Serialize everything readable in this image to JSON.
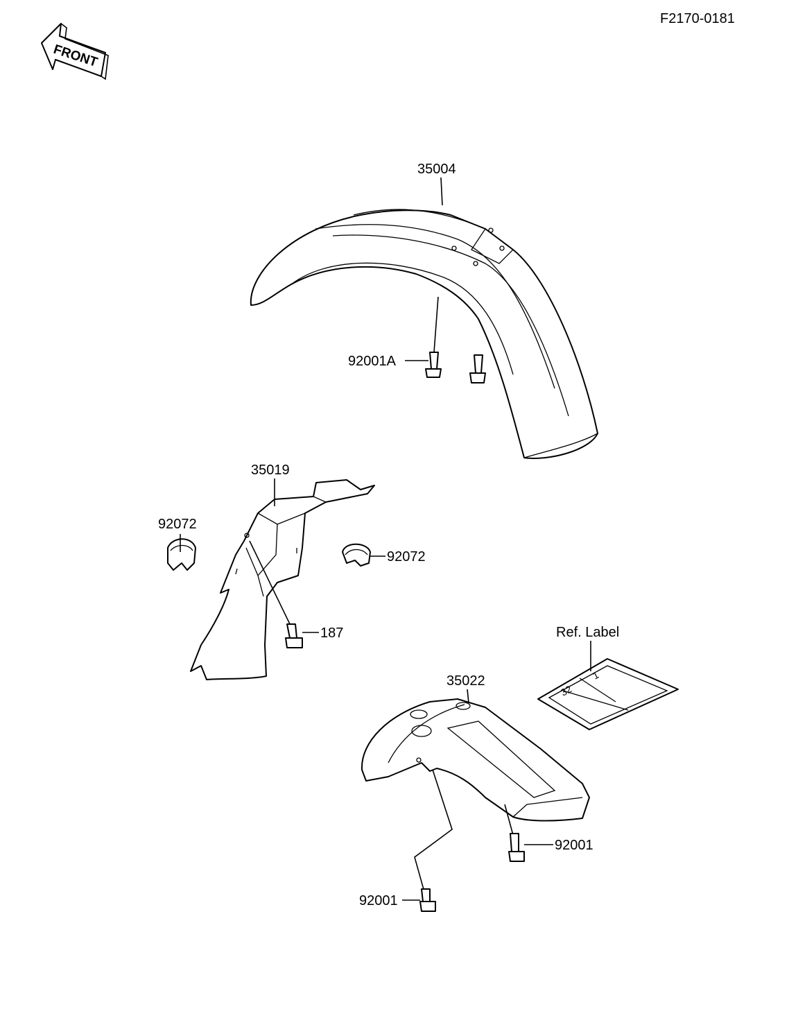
{
  "diagram_code": "F2170-0181",
  "front_arrow": {
    "label": "FRONT",
    "icon": "front-arrow-icon"
  },
  "parts": {
    "front_fender": {
      "number": "35004"
    },
    "fender_bolt_a": {
      "number": "92001A"
    },
    "inner_guard": {
      "number": "35019"
    },
    "clamp_left": {
      "number": "92072"
    },
    "clamp_right": {
      "number": "92072"
    },
    "guard_bolt": {
      "number": "187"
    },
    "rear_flap": {
      "number": "35022"
    },
    "flap_bolt_right": {
      "number": "92001"
    },
    "flap_bolt_lower": {
      "number": "92001"
    },
    "ref_label": {
      "number": "Ref. Label",
      "text_left": "32",
      "text_right": "1"
    }
  }
}
